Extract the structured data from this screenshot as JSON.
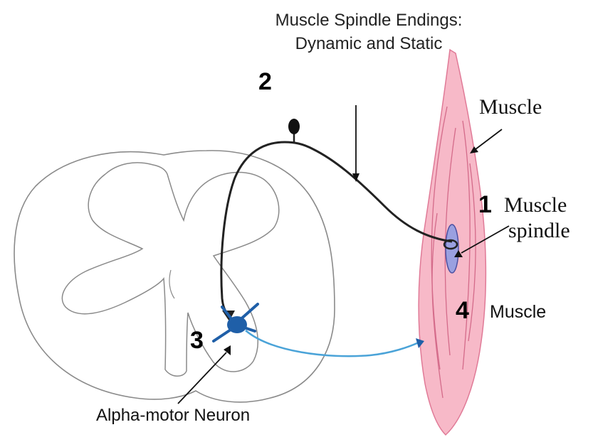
{
  "title": {
    "line1": "Muscle Spindle Endings:",
    "line2": "Dynamic and Static"
  },
  "labels": {
    "muscle_top": "Muscle",
    "muscle_spindle_line1": "Muscle",
    "muscle_spindle_line2": "spindle",
    "muscle_bottom": "Muscle",
    "alpha_motor_neuron": "Alpha-motor Neuron"
  },
  "steps": {
    "one": "1",
    "two": "2",
    "three": "3",
    "four": "4"
  },
  "colors": {
    "muscle_fill": "#f7b9c8",
    "muscle_stroke": "#e07a97",
    "neuron": "#1f5fa8",
    "motor_axon": "#4aa3d8",
    "spindle": "#6a6fc0",
    "nerve": "#222222",
    "cord_outline": "#8a8a8a"
  }
}
